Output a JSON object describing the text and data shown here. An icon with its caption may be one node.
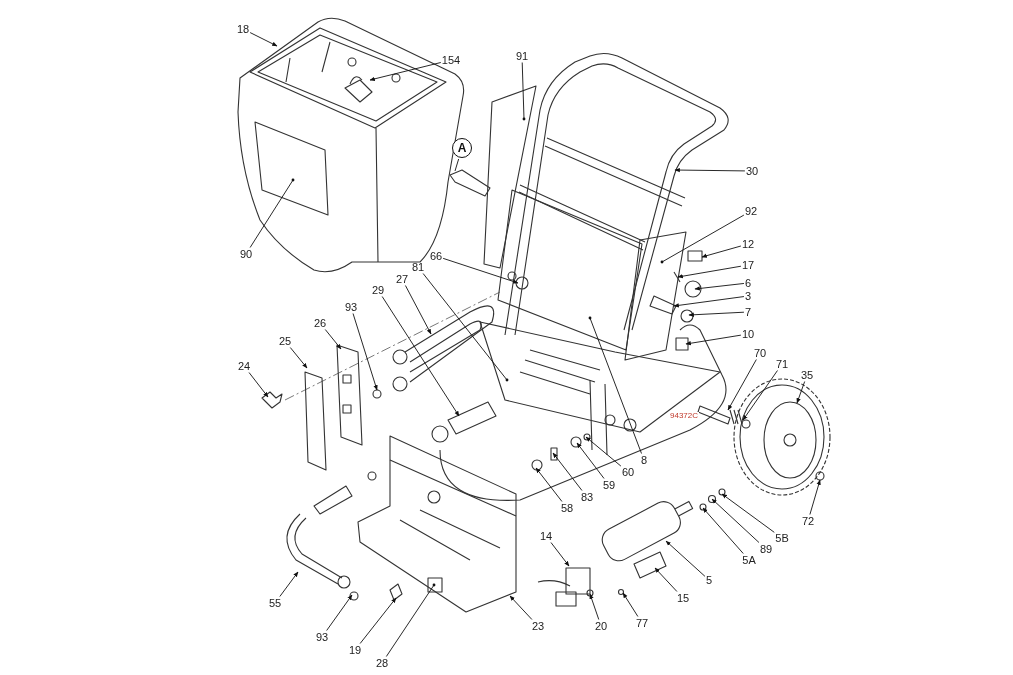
{
  "diagram": {
    "nodes": [
      {
        "text": [
          "18"
        ]
      },
      {
        "text": [
          "154"
        ]
      },
      {
        "text": [
          "90"
        ]
      },
      {
        "text": [
          "A"
        ]
      },
      {
        "text": [
          "91"
        ]
      },
      {
        "text": [
          "30"
        ]
      },
      {
        "text": [
          "92"
        ]
      },
      {
        "text": [
          "12"
        ]
      },
      {
        "text": [
          "17"
        ]
      },
      {
        "text": [
          "6"
        ]
      },
      {
        "text": [
          "3"
        ]
      },
      {
        "text": [
          "7"
        ]
      },
      {
        "text": [
          "10"
        ]
      },
      {
        "text": [
          "66"
        ]
      },
      {
        "text": [
          "81"
        ]
      },
      {
        "text": [
          "29"
        ]
      },
      {
        "text": [
          "27"
        ]
      },
      {
        "text": [
          "93"
        ]
      },
      {
        "text": [
          "26"
        ]
      },
      {
        "text": [
          "25"
        ]
      },
      {
        "text": [
          "24"
        ]
      },
      {
        "text": [
          "8"
        ]
      },
      {
        "text": [
          "60"
        ]
      },
      {
        "text": [
          "59"
        ]
      },
      {
        "text": [
          "83"
        ]
      },
      {
        "text": [
          "58"
        ]
      },
      {
        "text": [
          "70"
        ]
      },
      {
        "text": [
          "71"
        ]
      },
      {
        "text": [
          "35"
        ]
      },
      {
        "text": [
          "72"
        ]
      },
      {
        "text": [
          "5B"
        ]
      },
      {
        "text": [
          "89"
        ]
      },
      {
        "text": [
          "5A"
        ]
      },
      {
        "text": [
          "5"
        ]
      },
      {
        "text": [
          "15"
        ]
      },
      {
        "text": [
          "14"
        ]
      },
      {
        "text": [
          "20"
        ]
      },
      {
        "text": [
          "77"
        ]
      },
      {
        "text": [
          "55"
        ]
      },
      {
        "text": [
          "93"
        ]
      },
      {
        "text": [
          "19"
        ]
      },
      {
        "text": [
          "28"
        ]
      },
      {
        "text": [
          "23"
        ]
      }
    ],
    "edges": [
      {
        "from": 0,
        "to": null,
        "arrow": "to"
      },
      {
        "from": 1,
        "to": null,
        "arrow": "to"
      },
      {
        "from": 2,
        "to": null,
        "arrow": "other"
      },
      {
        "from": 3,
        "to": null,
        "arrow": "none"
      },
      {
        "from": 4,
        "to": null,
        "arrow": "other"
      },
      {
        "from": 5,
        "to": null,
        "arrow": "to"
      },
      {
        "from": 6,
        "to": null,
        "arrow": "other"
      },
      {
        "from": 7,
        "to": null,
        "arrow": "to"
      },
      {
        "from": 8,
        "to": null,
        "arrow": "to"
      },
      {
        "from": 9,
        "to": null,
        "arrow": "to"
      },
      {
        "from": 10,
        "to": null,
        "arrow": "to"
      },
      {
        "from": 11,
        "to": null,
        "arrow": "to"
      },
      {
        "from": 12,
        "to": null,
        "arrow": "to"
      },
      {
        "from": 13,
        "to": null,
        "arrow": "to"
      },
      {
        "from": 14,
        "to": null,
        "arrow": "other"
      },
      {
        "from": 15,
        "to": null,
        "arrow": "to"
      },
      {
        "from": 16,
        "to": null,
        "arrow": "to"
      },
      {
        "from": 17,
        "to": null,
        "arrow": "to"
      },
      {
        "from": 18,
        "to": null,
        "arrow": "to"
      },
      {
        "from": 19,
        "to": null,
        "arrow": "to"
      },
      {
        "from": 20,
        "to": null,
        "arrow": "to"
      },
      {
        "from": 21,
        "to": null,
        "arrow": "other"
      },
      {
        "from": 22,
        "to": null,
        "arrow": "to"
      },
      {
        "from": 23,
        "to": null,
        "arrow": "to"
      },
      {
        "from": 24,
        "to": null,
        "arrow": "to"
      },
      {
        "from": 25,
        "to": null,
        "arrow": "to"
      },
      {
        "from": 26,
        "to": null,
        "arrow": "to"
      },
      {
        "from": 27,
        "to": null,
        "arrow": "to"
      },
      {
        "from": 28,
        "to": null,
        "arrow": "to"
      },
      {
        "from": 29,
        "to": null,
        "arrow": "to"
      },
      {
        "from": 30,
        "to": null,
        "arrow": "to"
      },
      {
        "from": 31,
        "to": null,
        "arrow": "to"
      },
      {
        "from": 32,
        "to": null,
        "arrow": "to"
      },
      {
        "from": 33,
        "to": null,
        "arrow": "to"
      },
      {
        "from": 34,
        "to": null,
        "arrow": "to"
      },
      {
        "from": 35,
        "to": null,
        "arrow": "to"
      },
      {
        "from": 36,
        "to": null,
        "arrow": "to"
      },
      {
        "from": 37,
        "to": null,
        "arrow": "to"
      },
      {
        "from": 38,
        "to": null,
        "arrow": "to"
      },
      {
        "from": 39,
        "to": null,
        "arrow": "to"
      },
      {
        "from": 40,
        "to": null,
        "arrow": "to"
      },
      {
        "from": 41,
        "to": null,
        "arrow": "other"
      },
      {
        "from": 42,
        "to": null,
        "arrow": "to"
      }
    ],
    "labels": [
      "94372C"
    ]
  }
}
